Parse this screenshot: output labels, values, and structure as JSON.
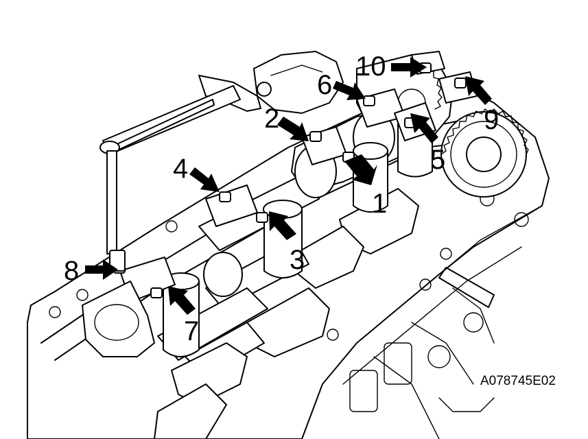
{
  "labels": [
    {
      "id": "1",
      "text": "1"
    },
    {
      "id": "2",
      "text": "2"
    },
    {
      "id": "3",
      "text": "3"
    },
    {
      "id": "4",
      "text": "4"
    },
    {
      "id": "5",
      "text": "5"
    },
    {
      "id": "6",
      "text": "6"
    },
    {
      "id": "7",
      "text": "7"
    },
    {
      "id": "8",
      "text": "8"
    },
    {
      "id": "9",
      "text": "9"
    },
    {
      "id": "10",
      "text": "10"
    }
  ],
  "figure_code": "A078745E02",
  "colors": {
    "line": "#000000",
    "background": "#ffffff"
  }
}
